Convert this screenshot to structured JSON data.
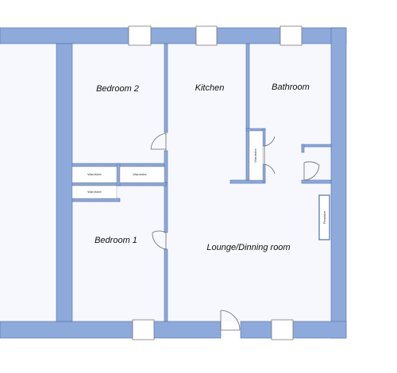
{
  "colors": {
    "wall": "#8eaadb",
    "wall_stroke": "#4f6fa8",
    "floor": "#f7f8fd",
    "window": "#ffffff",
    "door_line": "#6a6a6a"
  },
  "rooms": {
    "bedroom2": "Bedroom 2",
    "kitchen": "Kitchen",
    "bathroom": "Bathroom",
    "bedroom1": "Bedroom 1",
    "lounge": "Lounge/Dinning room"
  },
  "fixtures": {
    "wardrobe_top_left": "Wardrobe",
    "wardrobe_top_right": "Wardrobe",
    "wardrobe_lower": "Wardrobe",
    "wardrobe_bathroom": "Wardrobe",
    "fireplace": "Fireplace"
  }
}
